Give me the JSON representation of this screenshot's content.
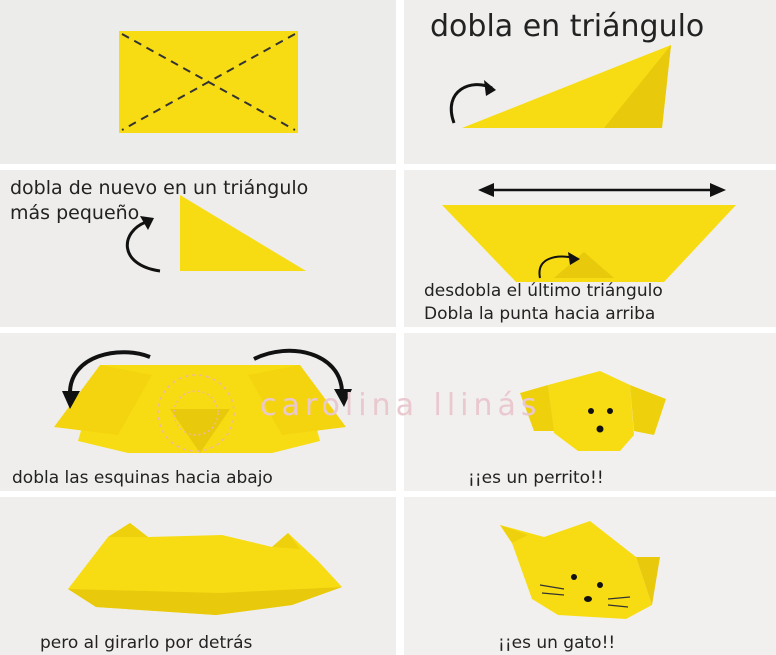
{
  "captions": {
    "step1": "",
    "step2": "dobla en triángulo",
    "step3_line1": "dobla de nuevo en un triángulo",
    "step3_line2": "más pequeño",
    "step4_line1": "desdobla el último triángulo",
    "step4_line2": "Dobla la punta hacia arriba",
    "step5": "dobla las esquinas hacia abajo",
    "step6": "¡¡es un perrito!!",
    "step7": "pero al girarlo por detrás",
    "step8": "¡¡es un gato!!"
  },
  "watermark": "carolina llinás",
  "colors": {
    "paper_yellow": "#f7dc14",
    "paper_shadow": "#e2c40a",
    "background": "#efeeec",
    "ink": "#222222"
  }
}
